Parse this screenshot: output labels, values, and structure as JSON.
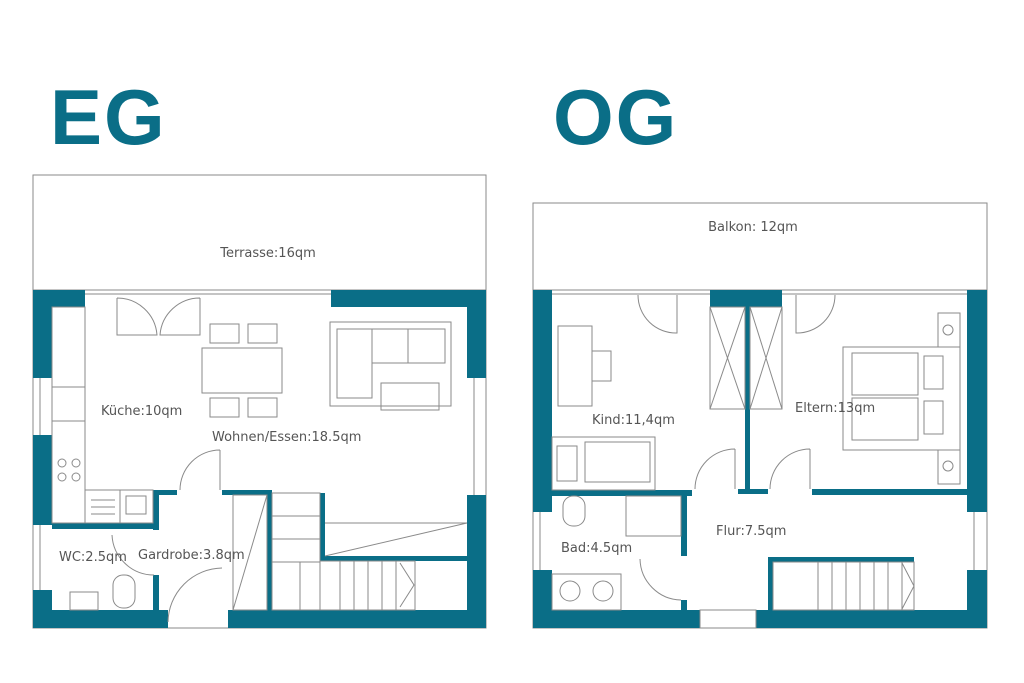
{
  "floors": {
    "eg": {
      "title": "EG",
      "rooms": {
        "terrasse": "Terrasse:16qm",
        "kueche": "Küche:10qm",
        "wohnen": "Wohnen/Essen:18.5qm",
        "wc": "WC:2.5qm",
        "gardrobe": "Gardrobe:3.8qm"
      }
    },
    "og": {
      "title": "OG",
      "rooms": {
        "balkon": "Balkon:  12qm",
        "kind": "Kind:11,4qm",
        "eltern": "Eltern:13qm",
        "bad": "Bad:4.5qm",
        "flur": "Flur:7.5qm"
      }
    }
  },
  "colors": {
    "wall": "#0a6e87",
    "line": "#8a8a8a"
  }
}
